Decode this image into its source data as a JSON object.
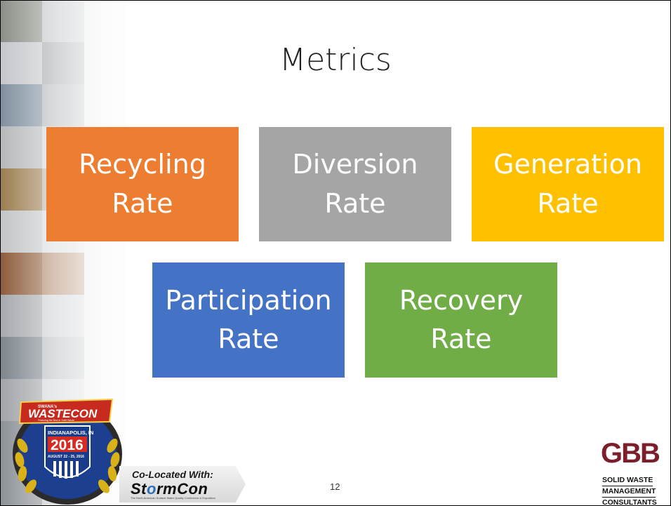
{
  "slide": {
    "title": "Metrics",
    "page_number": "12"
  },
  "boxes": [
    {
      "line1": "Recycling",
      "line2": "Rate",
      "color": "#ed7d31"
    },
    {
      "line1": "Diversion",
      "line2": "Rate",
      "color": "#a5a5a5"
    },
    {
      "line1": "Generation",
      "line2": "Rate",
      "color": "#ffc000"
    },
    {
      "line1": "Participation",
      "line2": "Rate",
      "color": "#4472c4"
    },
    {
      "line1": "Recovery",
      "line2": "Rate",
      "color": "#70ad47"
    }
  ],
  "wastecon_badge": {
    "swana": "SWANA's",
    "name": "WASTECON",
    "tagline": "Featuring the Best in Solid Waste",
    "city": "INDIANAPOLIS, IN",
    "year": "2016",
    "dates": "AUGUST 22 - 25, 2016"
  },
  "co_located": {
    "label": "Co-Located With:",
    "brand_a": "St",
    "brand_o": "o",
    "brand_b": "rmCon",
    "subtitle": "The North American Surface Water Quality Conference & Exposition"
  },
  "gbb_logo": {
    "mark": "GBB",
    "line1": "SOLID WASTE",
    "line2": "MANAGEMENT",
    "line3": "CONSULTANTS"
  }
}
